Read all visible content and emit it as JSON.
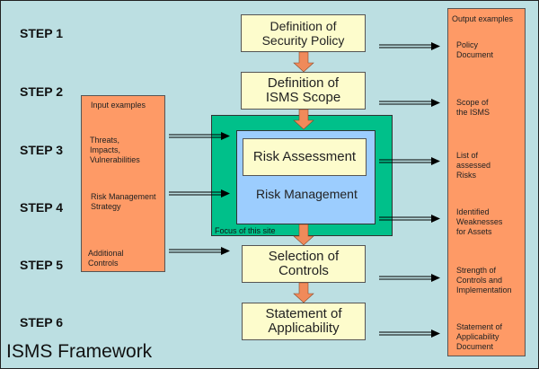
{
  "title": "ISMS Framework",
  "steps": [
    "STEP 1",
    "STEP 2",
    "STEP 3",
    "STEP 4",
    "STEP 5",
    "STEP 6"
  ],
  "process": {
    "security_policy": "Definition of\nSecurity Policy",
    "isms_scope": "Definition of\nISMS Scope",
    "risk_assessment": "Risk Assessment",
    "risk_management": "Risk Management",
    "focus_label": "Focus of this site",
    "selection_of_controls": "Selection of\nControls",
    "statement_of_applicability": "Statement of\nApplicability"
  },
  "inputs": {
    "heading": "Input examples",
    "items": [
      "Threats,\nImpacts,\nVulnerabilities",
      "Risk Management\nStrategy",
      "Additional\nControls"
    ]
  },
  "outputs": {
    "heading": "Output examples",
    "items": [
      "Policy\nDocument",
      "Scope of\nthe ISMS",
      "List of\nassessed\nRisks",
      "Identified\nWeaknesses\nfor Assets",
      "Strength of\nControls and\nImplementation",
      "Statement of\nApplicability\nDocument"
    ]
  },
  "colors": {
    "background": "#bcdfe2",
    "process_box": "#fdfccc",
    "side_box": "#fe9a66",
    "focus_area": "#00c08a",
    "risk_management": "#9ccdfe",
    "arrow": "#f08a5a"
  }
}
